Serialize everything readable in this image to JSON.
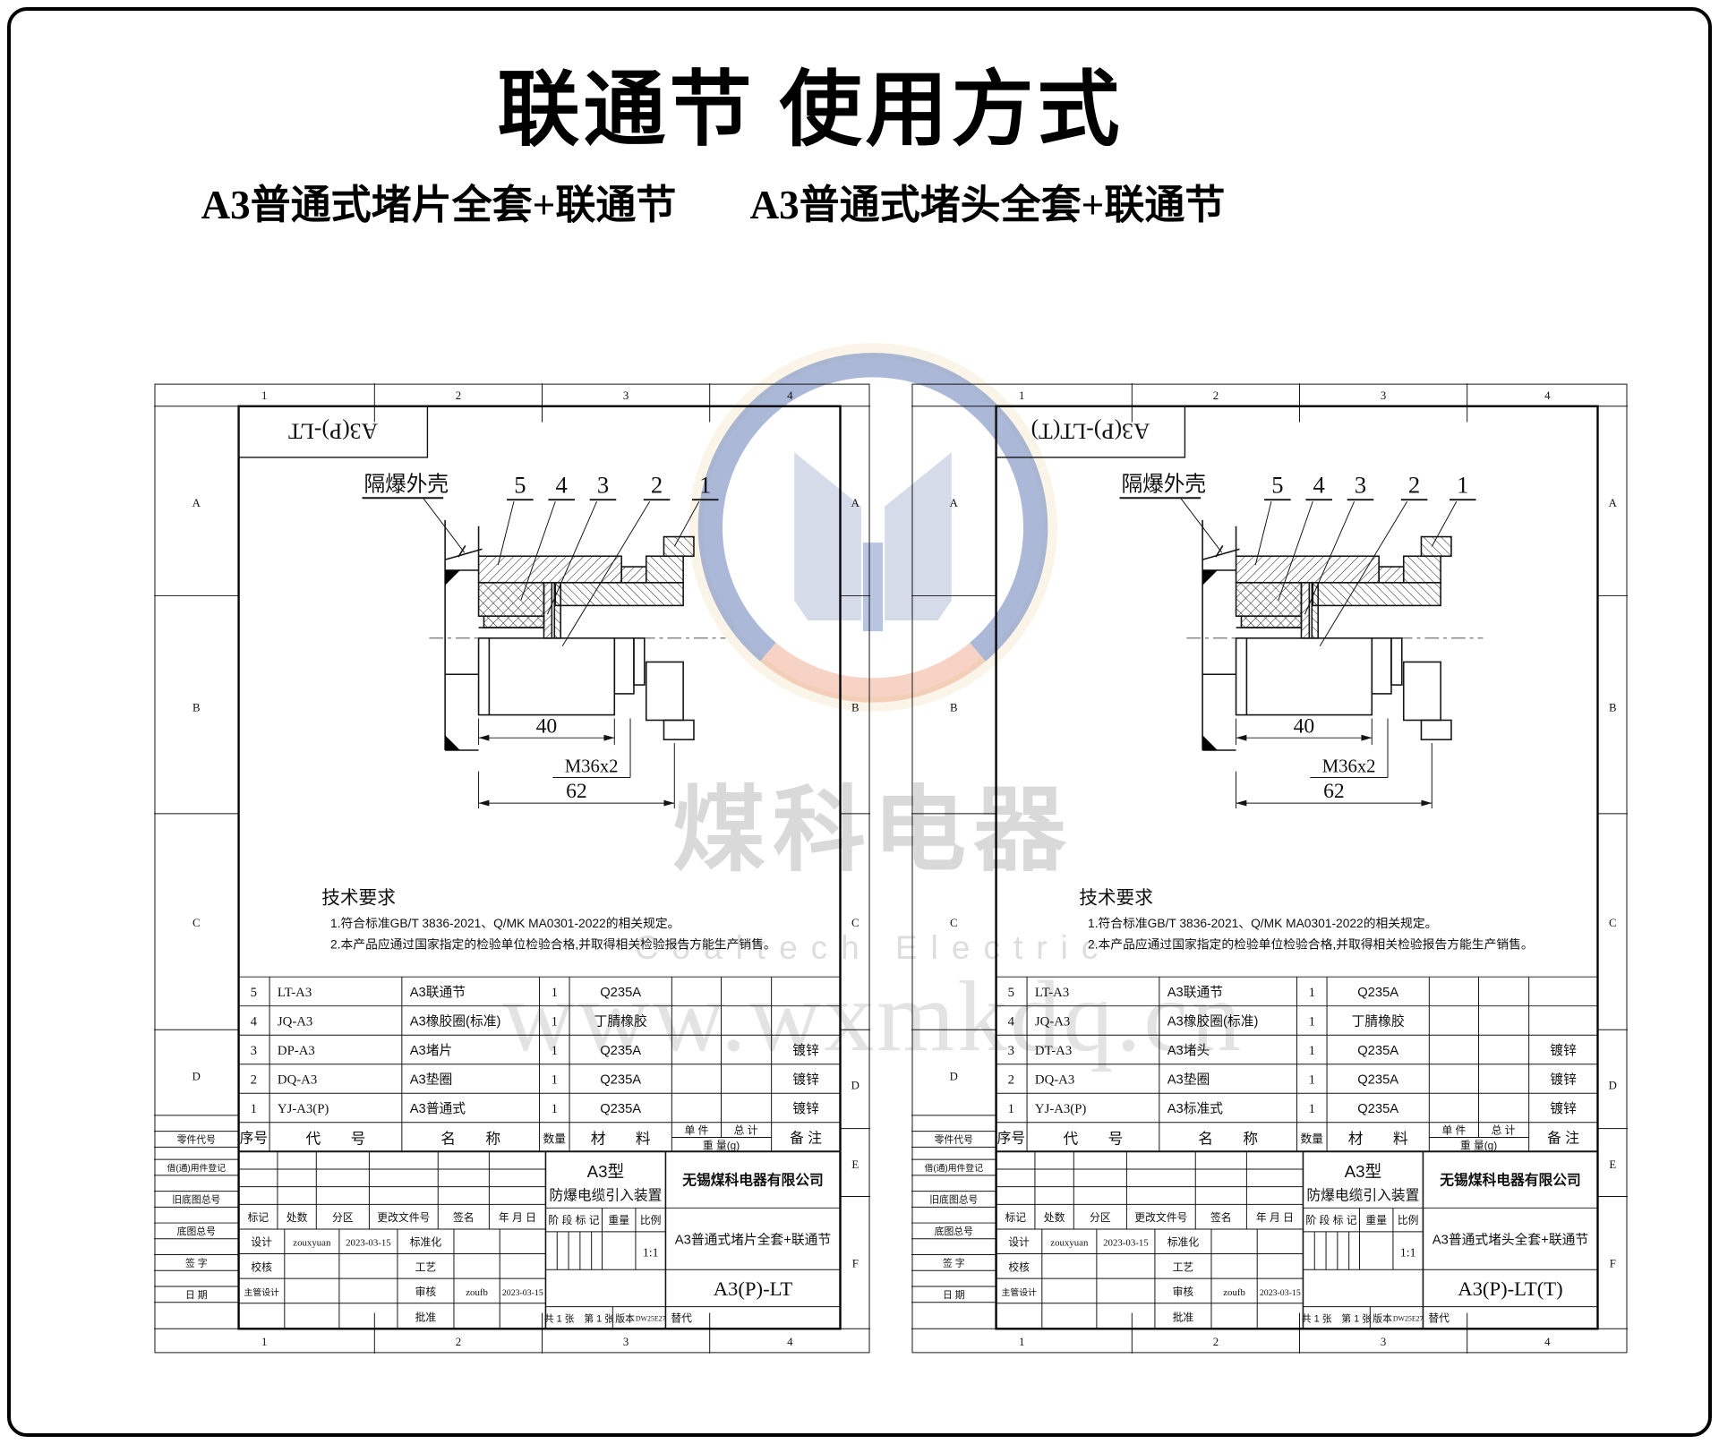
{
  "page": {
    "title": "联通节 使用方式",
    "subtitle_left": "A3普通式堵片全套+联通节",
    "subtitle_right": "A3普通式堵头全套+联通节"
  },
  "watermark": {
    "brand_cn": "煤科电器",
    "brand_en": "Coaltech Electric",
    "url": "www.wxmkdq.cn",
    "colors": {
      "ring_blue": "#33539f",
      "ring_orange": "#e0703f",
      "glow": "#f6eed6",
      "disc_top": "#dfeaf6",
      "disc_bottom": "#fce5da",
      "m_gray": "#8b99c2",
      "m_blue": "#2b4da0",
      "text_gray": "#d9d9d9"
    }
  },
  "sheets": [
    {
      "corner_code": "A3(P)-LT",
      "zone_cols": [
        "1",
        "2",
        "3",
        "4"
      ],
      "zone_rows_left": [
        "A",
        "B",
        "C",
        "D"
      ],
      "zone_rows_right": [
        "A",
        "B",
        "C",
        "D",
        "E",
        "F"
      ],
      "figure": {
        "enclosure_label": "隔爆外壳",
        "part_numbers": [
          "5",
          "4",
          "3",
          "2",
          "1"
        ],
        "dim_width": "40",
        "dim_thread": "M36x2",
        "dim_total": "62"
      },
      "tech": {
        "title": "技术要求",
        "line1": "1.符合标准GB/T 3836-2021、Q/MK MA0301-2022的相关规定。",
        "line2": "2.本产品应通过国家指定的检验单位检验合格,并取得相关检验报告方能生产销售。"
      },
      "bom": {
        "h_seq": "序号",
        "h_code": "代　　号",
        "h_name": "名　　称",
        "h_qty": "数量",
        "h_material": "材　　料",
        "h_unit": "单 件",
        "h_total": "总 计",
        "h_weight": "重 量(g)",
        "h_remark": "备 注",
        "rows": [
          {
            "seq": "5",
            "code": "LT-A3",
            "name": "A3联通节",
            "qty": "1",
            "material": "Q235A",
            "remark": ""
          },
          {
            "seq": "4",
            "code": "JQ-A3",
            "name": "A3橡胶圈(标准)",
            "qty": "1",
            "material": "丁腈橡胶",
            "remark": ""
          },
          {
            "seq": "3",
            "code": "DP-A3",
            "name": "A3堵片",
            "qty": "1",
            "material": "Q235A",
            "remark": "镀锌"
          },
          {
            "seq": "2",
            "code": "DQ-A3",
            "name": "A3垫圈",
            "qty": "1",
            "material": "Q235A",
            "remark": "镀锌"
          },
          {
            "seq": "1",
            "code": "YJ-A3(P)",
            "name": "A3普通式",
            "qty": "1",
            "material": "Q235A",
            "remark": "镀锌"
          }
        ]
      },
      "margin": {
        "part_code": "零件代号",
        "borrow": "借(通)用件登记",
        "old_base": "旧底图总号",
        "base": "底图总号",
        "sign": "签 字",
        "date": "日 期"
      },
      "tb": {
        "mark": "标记",
        "count": "处数",
        "zone": "分区",
        "change_file": "更改文件号",
        "signature": "签名",
        "ymd": "年 月 日",
        "design": "设计",
        "design_name": "zouxyuan",
        "design_date": "2023-03-15",
        "standard": "标准化",
        "check": "校核",
        "craft": "工艺",
        "chief": "主管设计",
        "audit": "审核",
        "audit_name": "zoufb",
        "audit_date": "2023-03-15",
        "approve": "批准",
        "type1": "A3型",
        "type2": "防爆电缆引入装置",
        "company": "无锡煤科电器有限公司",
        "stage": "阶 段 标 记",
        "weight": "重量",
        "scale": "比例",
        "scale_value": "1:1",
        "product": "A3普通式堵片全套+联通节",
        "code": "A3(P)-LT",
        "sheets_info": "共 1 张　第 1 张",
        "version_label": "版本",
        "version_value": "DW25E27",
        "replace": "替代"
      }
    },
    {
      "corner_code": "A3(P)-LT(T)",
      "zone_cols": [
        "1",
        "2",
        "3",
        "4"
      ],
      "zone_rows_left": [
        "A",
        "B",
        "C",
        "D"
      ],
      "zone_rows_right": [
        "A",
        "B",
        "C",
        "D",
        "E",
        "F"
      ],
      "figure": {
        "enclosure_label": "隔爆外壳",
        "part_numbers": [
          "5",
          "4",
          "3",
          "2",
          "1"
        ],
        "dim_width": "40",
        "dim_thread": "M36x2",
        "dim_total": "62"
      },
      "tech": {
        "title": "技术要求",
        "line1": "1.符合标准GB/T 3836-2021、Q/MK MA0301-2022的相关规定。",
        "line2": "2.本产品应通过国家指定的检验单位检验合格,并取得相关检验报告方能生产销售。"
      },
      "bom": {
        "h_seq": "序号",
        "h_code": "代　　号",
        "h_name": "名　　称",
        "h_qty": "数量",
        "h_material": "材　　料",
        "h_unit": "单 件",
        "h_total": "总 计",
        "h_weight": "重 量(g)",
        "h_remark": "备 注",
        "rows": [
          {
            "seq": "5",
            "code": "LT-A3",
            "name": "A3联通节",
            "qty": "1",
            "material": "Q235A",
            "remark": ""
          },
          {
            "seq": "4",
            "code": "JQ-A3",
            "name": "A3橡胶圈(标准)",
            "qty": "1",
            "material": "丁腈橡胶",
            "remark": ""
          },
          {
            "seq": "3",
            "code": "DT-A3",
            "name": "A3堵头",
            "qty": "1",
            "material": "Q235A",
            "remark": "镀锌"
          },
          {
            "seq": "2",
            "code": "DQ-A3",
            "name": "A3垫圈",
            "qty": "1",
            "material": "Q235A",
            "remark": "镀锌"
          },
          {
            "seq": "1",
            "code": "YJ-A3(P)",
            "name": "A3标准式",
            "qty": "1",
            "material": "Q235A",
            "remark": "镀锌"
          }
        ]
      },
      "margin": {
        "part_code": "零件代号",
        "borrow": "借(通)用件登记",
        "old_base": "旧底图总号",
        "base": "底图总号",
        "sign": "签 字",
        "date": "日 期"
      },
      "tb": {
        "mark": "标记",
        "count": "处数",
        "zone": "分区",
        "change_file": "更改文件号",
        "signature": "签名",
        "ymd": "年 月 日",
        "design": "设计",
        "design_name": "zouxyuan",
        "design_date": "2023-03-15",
        "standard": "标准化",
        "check": "校核",
        "craft": "工艺",
        "chief": "主管设计",
        "audit": "审核",
        "audit_name": "zoufb",
        "audit_date": "2023-03-15",
        "approve": "批准",
        "type1": "A3型",
        "type2": "防爆电缆引入装置",
        "company": "无锡煤科电器有限公司",
        "stage": "阶 段 标 记",
        "weight": "重量",
        "scale": "比例",
        "scale_value": "1:1",
        "product": "A3普通式堵头全套+联通节",
        "code": "A3(P)-LT(T)",
        "sheets_info": "共 1 张　第 1 张",
        "version_label": "版本",
        "version_value": "DW25E27",
        "replace": "替代"
      }
    }
  ]
}
